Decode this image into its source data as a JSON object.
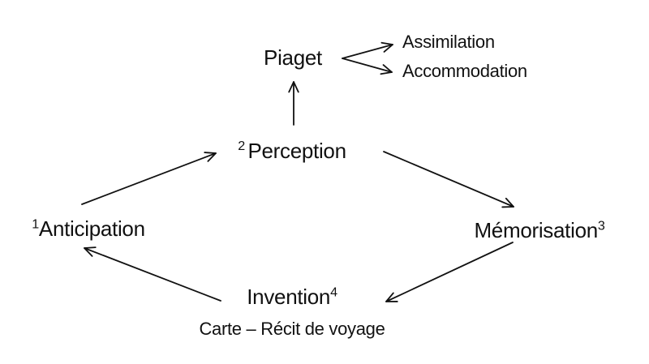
{
  "diagram": {
    "colors": {
      "background": "#ffffff",
      "ink": "#111111"
    },
    "nodes": {
      "piaget": {
        "label": "Piaget"
      },
      "assimilation": {
        "label": "Assimilation"
      },
      "accommodation": {
        "label": "Accommodation"
      },
      "perception": {
        "sup": "2",
        "label": "Perception"
      },
      "anticipation": {
        "sup": "1",
        "label": "Anticipation"
      },
      "memorisation": {
        "label": "Mémorisation",
        "sup": "3"
      },
      "invention": {
        "label": "Invention",
        "sup": "4"
      },
      "caption": {
        "label": "Carte – Récit de voyage"
      }
    },
    "edges": [
      {
        "from": "Perception",
        "to": "Piaget"
      },
      {
        "from": "Piaget",
        "to": "Assimilation"
      },
      {
        "from": "Piaget",
        "to": "Accommodation"
      },
      {
        "from": "Anticipation",
        "to": "Perception"
      },
      {
        "from": "Perception",
        "to": "Mémorisation"
      },
      {
        "from": "Mémorisation",
        "to": "Invention"
      },
      {
        "from": "Invention",
        "to": "Anticipation"
      }
    ]
  }
}
